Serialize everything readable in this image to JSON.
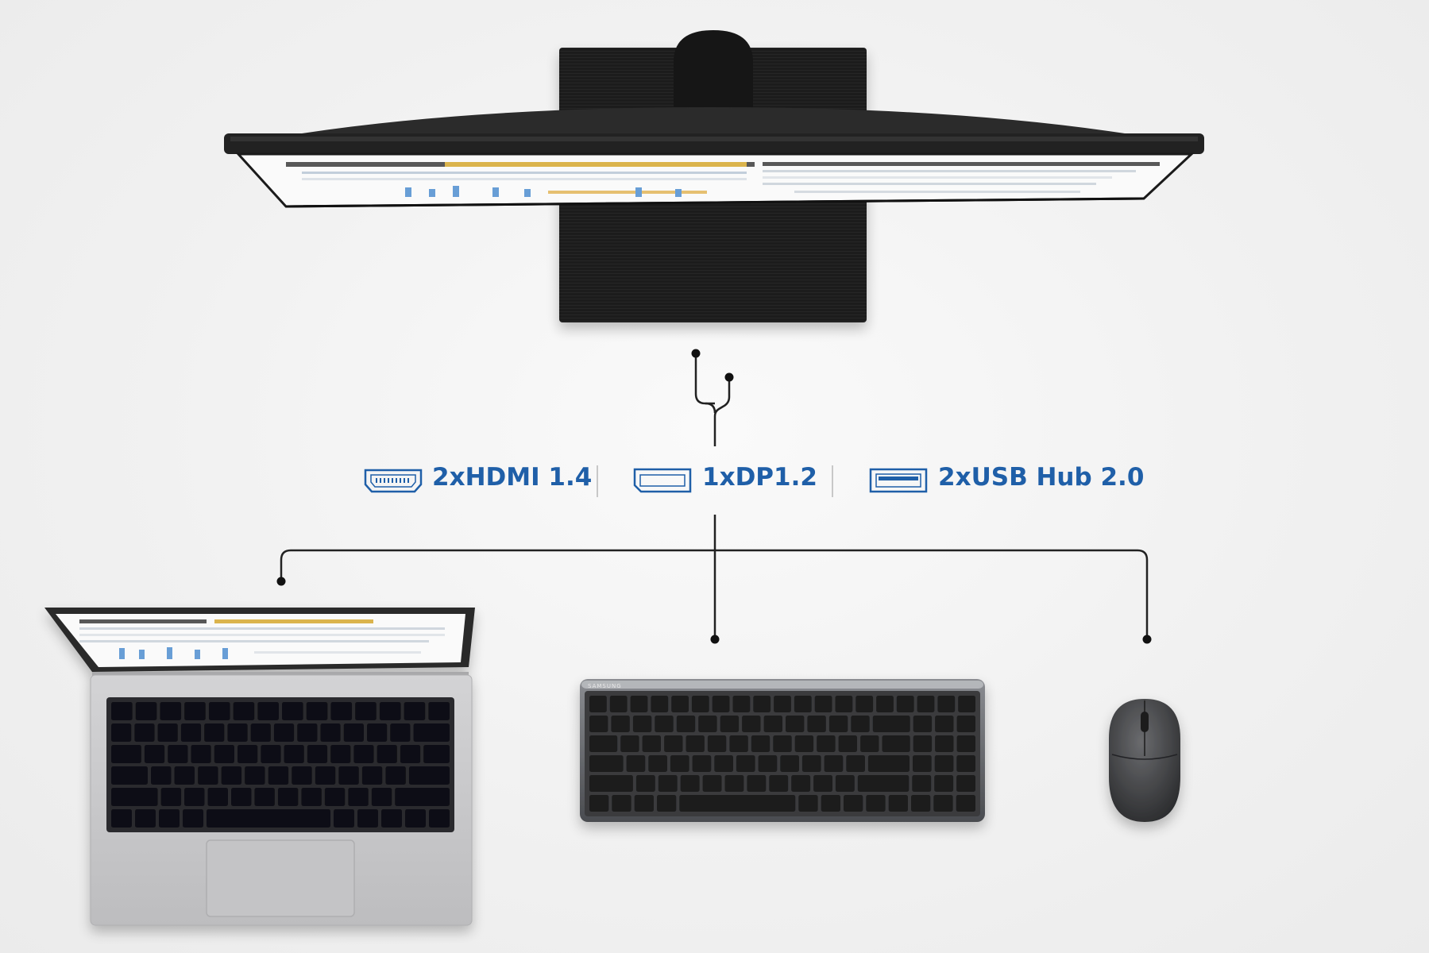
{
  "ports": [
    {
      "label": "2xHDMI 1.4",
      "icon": "hdmi-port-icon"
    },
    {
      "label": "1xDP1.2",
      "icon": "displayport-icon"
    },
    {
      "label": "2xUSB Hub 2.0",
      "icon": "usb-port-icon"
    }
  ],
  "keyboard": {
    "brand": "SAMSUNG"
  },
  "colors": {
    "accent_blue": "#1f5fa8",
    "monitor_black": "#1e1e1e",
    "line": "#222222",
    "laptop_silver": "#c9c9cb",
    "keyboard_gray": "#5a5c61"
  }
}
